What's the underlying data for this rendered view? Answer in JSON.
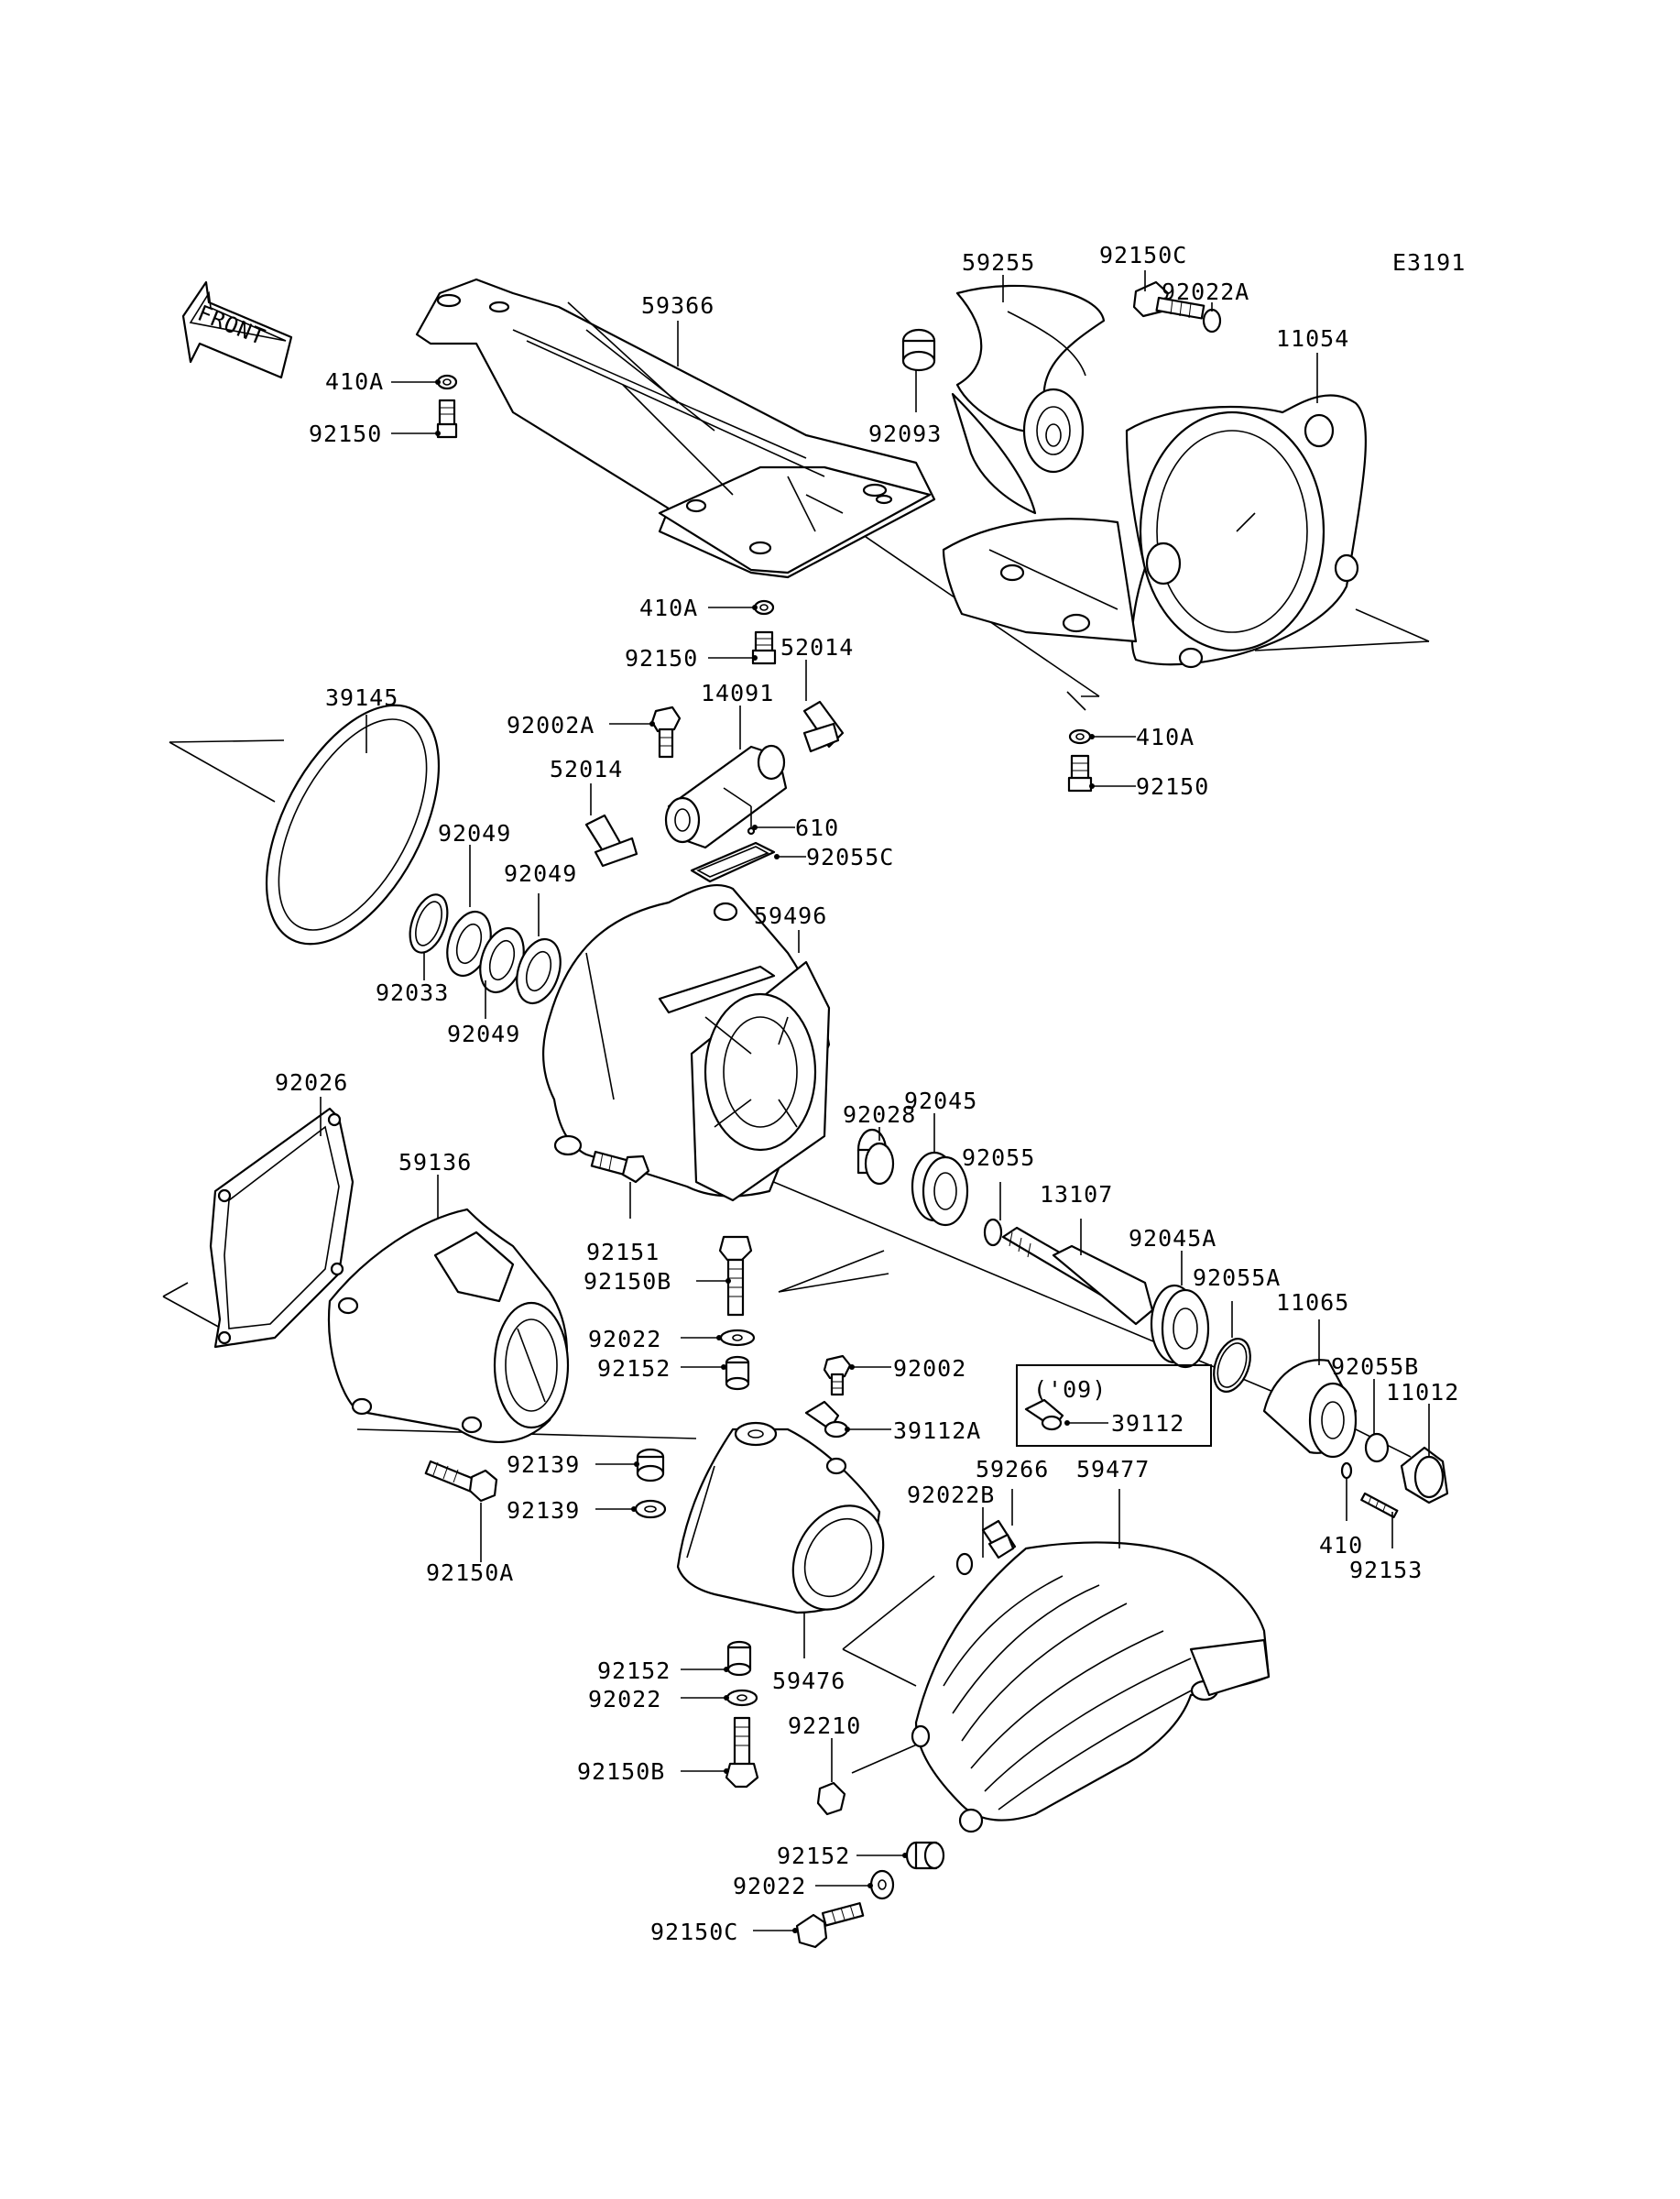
{
  "diagram_code": "E3191",
  "front_label": "FRONT",
  "year_note": "('09)",
  "labels": {
    "p59366": "59366",
    "p410a_1": "410A",
    "p92150_1": "92150",
    "p59255": "59255",
    "p92150c_1": "92150C",
    "p92022a": "92022A",
    "p11054": "11054",
    "p92093": "92093",
    "p410a_2": "410A",
    "p92150_2": "92150",
    "p52014_1": "52014",
    "p39145": "39145",
    "p92002a": "92002A",
    "p14091": "14091",
    "p410a_3": "410A",
    "p52014_2": "52014",
    "p92150_3": "92150",
    "p610": "610",
    "p92049_1": "92049",
    "p92055c": "92055C",
    "p92049_2": "92049",
    "p59496": "59496",
    "p92033": "92033",
    "p92049_3": "92049",
    "p92026": "92026",
    "p92028": "92028",
    "p92045": "92045",
    "p59136": "59136",
    "p92055": "92055",
    "p13107": "13107",
    "p92151": "92151",
    "p92045a": "92045A",
    "p92150b_1": "92150B",
    "p92055a": "92055A",
    "p11065": "11065",
    "p92022_1": "92022",
    "p92152_1": "92152",
    "p92002": "92002",
    "p92055b": "92055B",
    "p11012": "11012",
    "p39112": "39112",
    "p39112a": "39112A",
    "p92139_1": "92139",
    "p59266": "59266",
    "p59477": "59477",
    "p92022b": "92022B",
    "p92139_2": "92139",
    "p410": "410",
    "p92150a": "92150A",
    "p92153": "92153",
    "p92152_2": "92152",
    "p59476": "59476",
    "p92022_2": "92022",
    "p92210": "92210",
    "p92150b_2": "92150B",
    "p92152_3": "92152",
    "p92022_3": "92022",
    "p92150c_2": "92150C"
  }
}
